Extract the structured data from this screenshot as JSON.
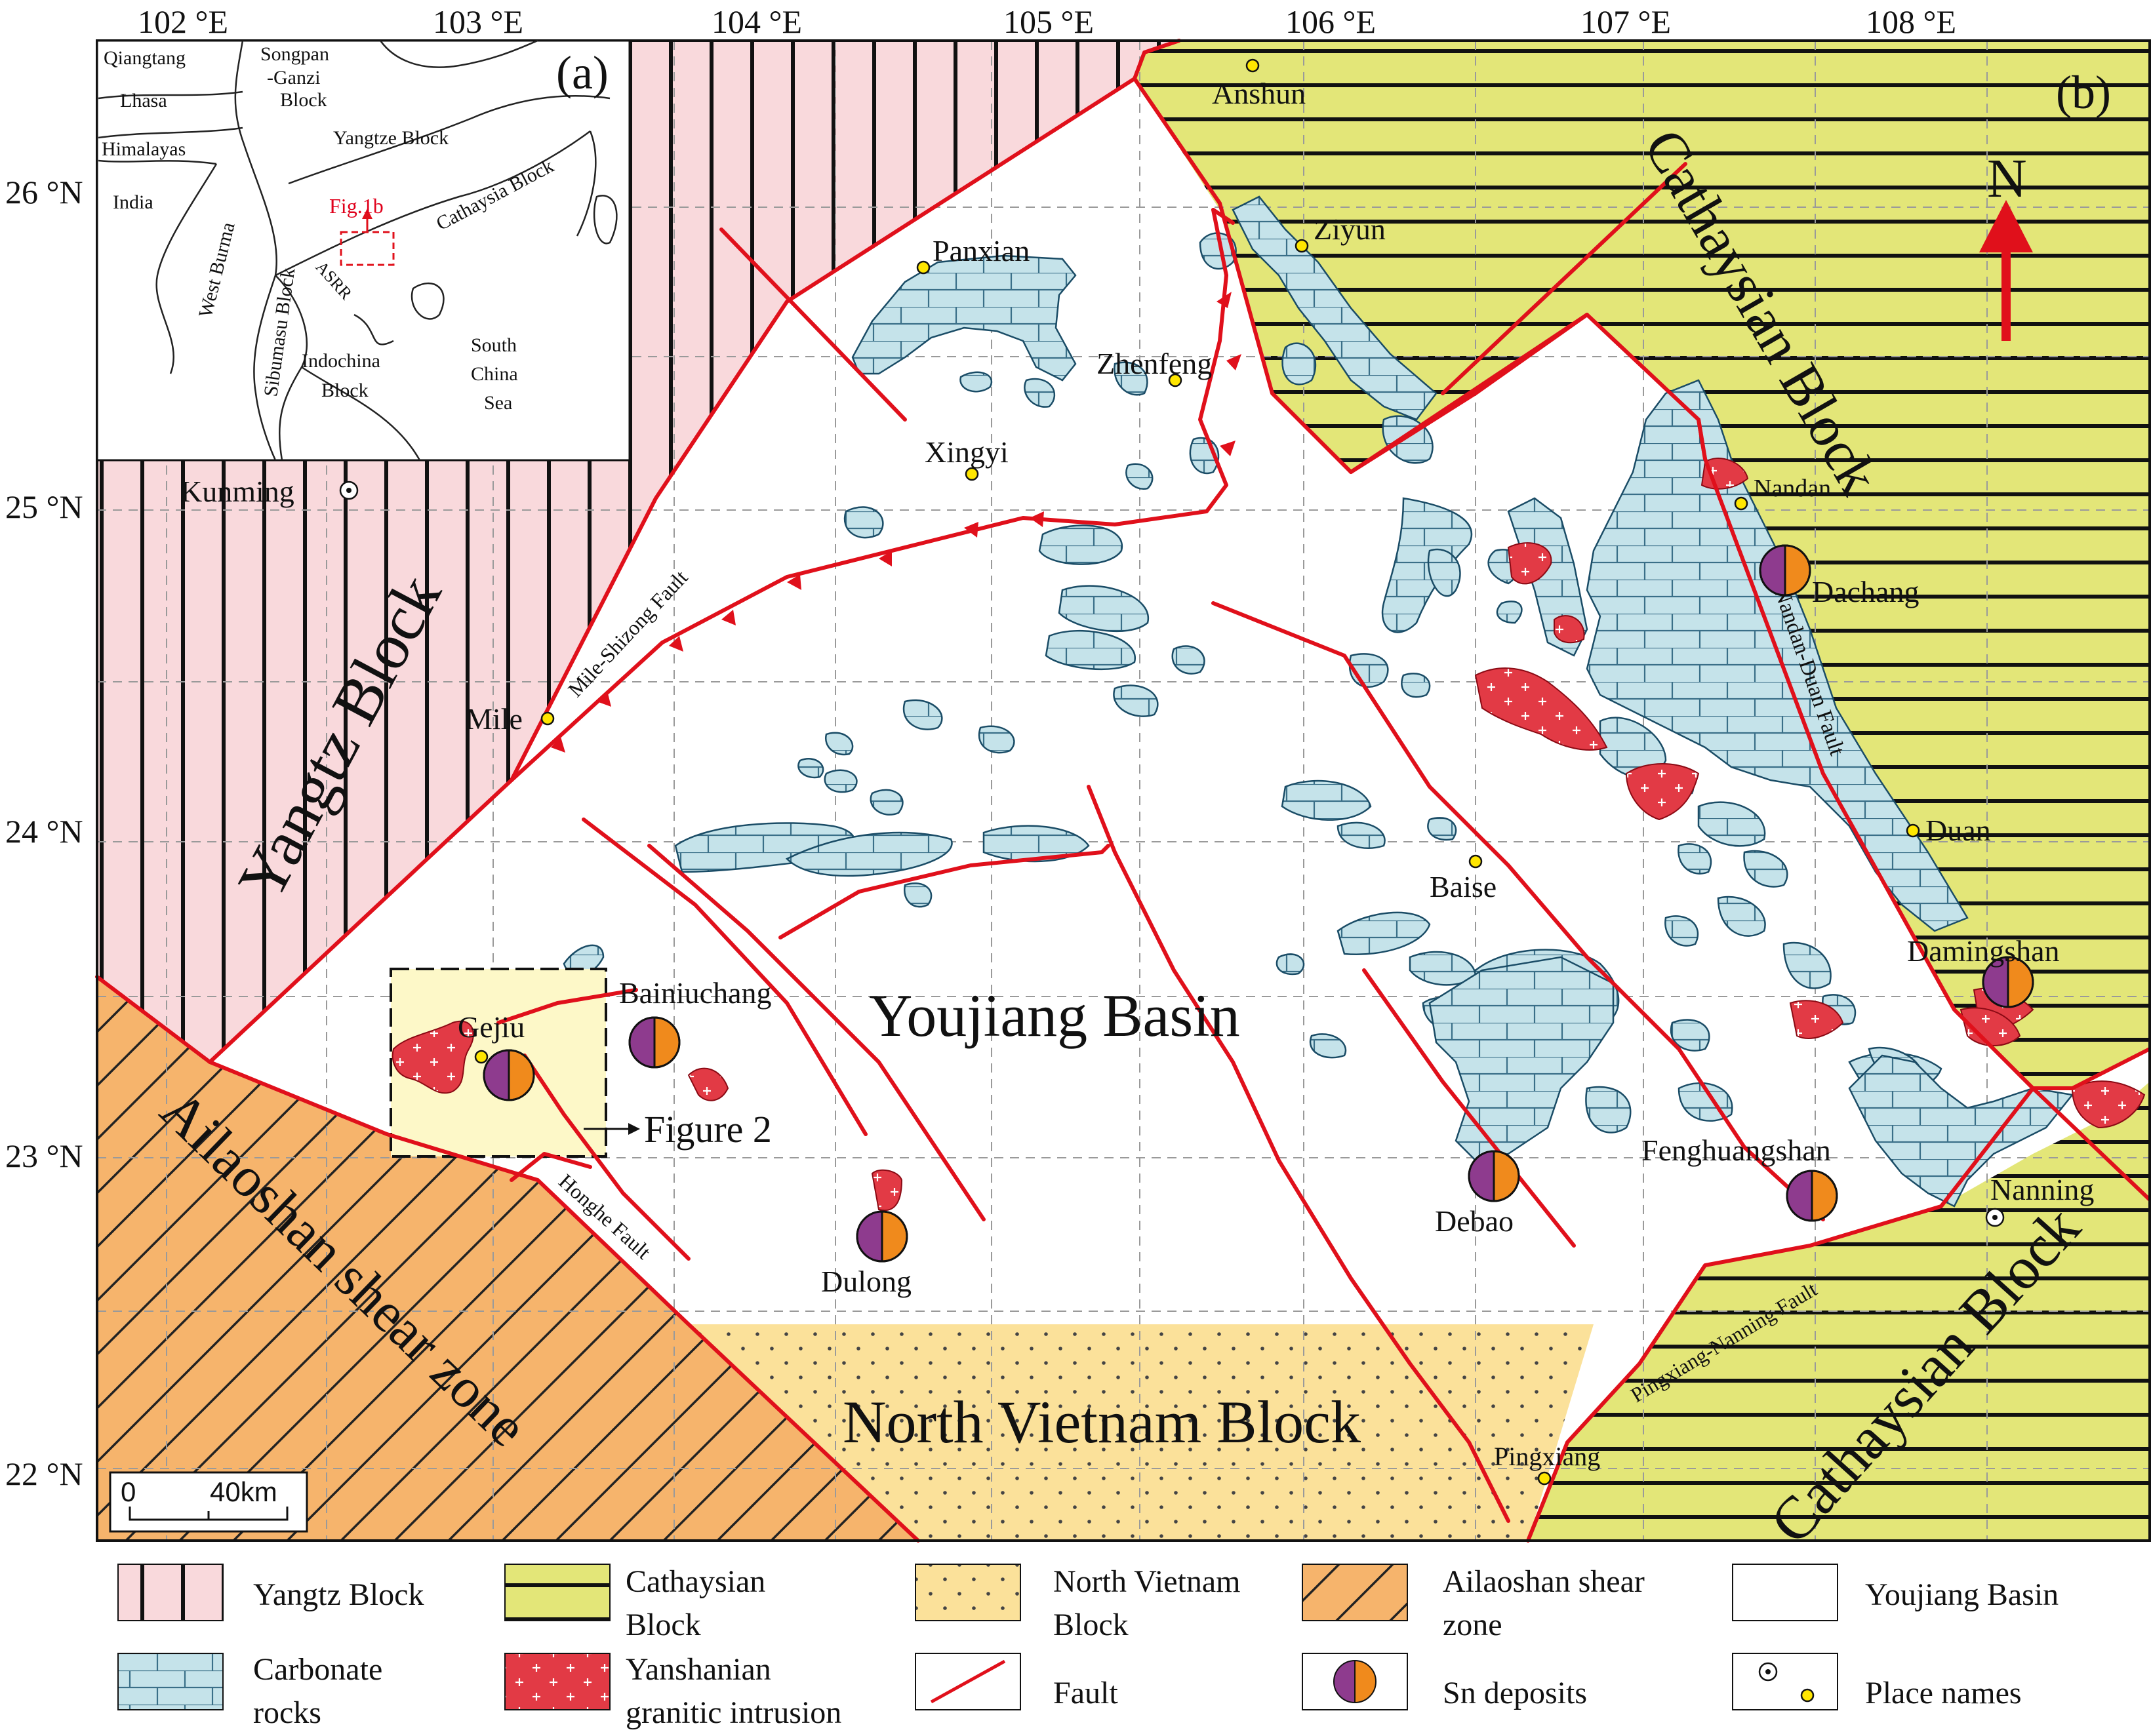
{
  "panel_labels": {
    "inset": "(a)",
    "main": "(b)"
  },
  "longitude_labels": [
    "102 °E",
    "103 °E",
    "104 °E",
    "105 °E",
    "106 °E",
    "107 °E",
    "108 °E"
  ],
  "latitude_labels": [
    "26 °N",
    "25 °N",
    "24 °N",
    "23 °N",
    "22 °N"
  ],
  "north_arrow": {
    "label": "N"
  },
  "scale_bar": {
    "start": "0",
    "end": "40km"
  },
  "inset": {
    "labels": [
      "Qiangtang",
      "Songpan",
      "-Ganzi",
      "Block",
      "Lhasa",
      "Himalayas",
      "India",
      "Yangtze Block",
      "Cathaysia Block",
      "West Burma",
      "Sibumasu Block",
      "ASRR",
      "Indochina",
      "Block",
      "South",
      "China",
      "Sea"
    ],
    "fig_label": "Fig.1b"
  },
  "regions": {
    "yangtze": "Yangtz Block",
    "cathaysian_top": "Cathaysian Block",
    "cathaysian_bottom": "Cathaysian Block",
    "ailaoshan": "Ailaoshan shear zone",
    "north_vietnam": "North Vietnam Block",
    "youjiang": "Youjiang Basin"
  },
  "faults": {
    "mile_shizong": "Mile-Shizong Fault",
    "nandan_duan": "Nandan-Duan Fault",
    "honghe": "Honghe Fault",
    "pingxiang_nanning": "Pingxiang-Nanning Fault"
  },
  "places": [
    "Anshun",
    "Ziyun",
    "Panxian",
    "Zhenfeng",
    "Xingyi",
    "Kunming",
    "Mile",
    "Nandan",
    "Duan",
    "Baise",
    "Nanning",
    "Pingxiang"
  ],
  "deposits": [
    "Dachang",
    "Gejiu",
    "Bainiuchang",
    "Dulong",
    "Debao",
    "Fenghuangshan",
    "Damingshan"
  ],
  "figure2_label": "Figure 2",
  "legend": {
    "yangtz": "Yangtz Block",
    "cathaysian_1": "Cathaysian",
    "cathaysian_2": "Block",
    "north_vietnam_1": "North Vietnam",
    "north_vietnam_2": "Block",
    "ailaoshan_1": "Ailaoshan shear",
    "ailaoshan_2": "zone",
    "youjiang": "Youjiang Basin",
    "carbonate_1": "Carbonate",
    "carbonate_2": "rocks",
    "yanshanian_1": "Yanshanian",
    "yanshanian_2": "granitic intrusion",
    "fault": "Fault",
    "sn": "Sn deposits",
    "places": "Place names"
  },
  "colors": {
    "yangtze": "#f9d9dc",
    "cathaysian": "#e3e678",
    "north_vietnam": "#fbe19a",
    "ailaoshan": "#f6b46c",
    "carbonate": "#c5e3ea",
    "granite": "#e23a45",
    "fault": "#e0101b",
    "sn_left": "#8e3b8e",
    "sn_right": "#f08a1c",
    "place_dot": "#ffe600",
    "figure2_box": "#fdf8c8"
  }
}
